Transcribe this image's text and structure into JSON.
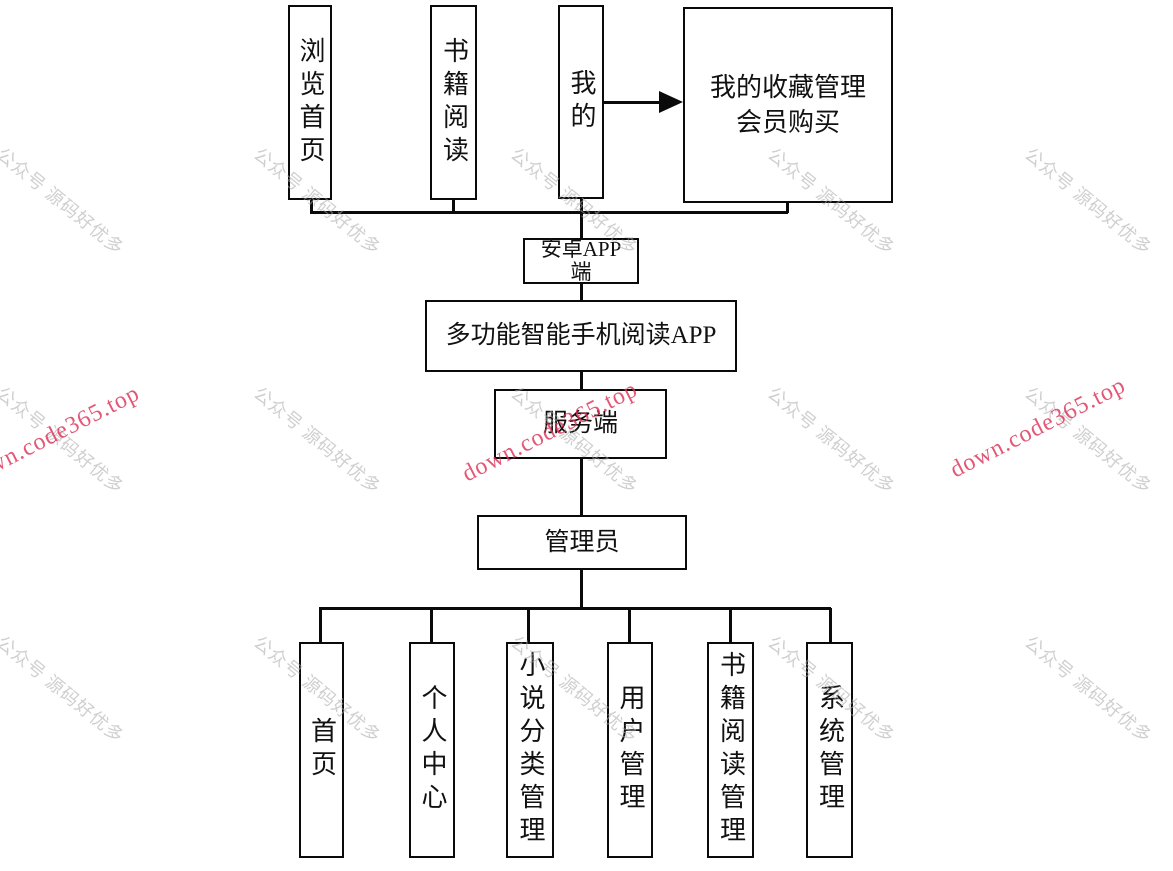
{
  "diagram": {
    "top_row": [
      {
        "label": "浏览首页"
      },
      {
        "label": "书籍阅读"
      },
      {
        "label": "我的"
      },
      {
        "line1": "我的收藏管理",
        "line2": "会员购买"
      }
    ],
    "trunk": [
      {
        "line1": "安卓APP",
        "line2": "端"
      },
      {
        "label": "多功能智能手机阅读APP"
      },
      {
        "label": "服务端"
      },
      {
        "label": "管理员"
      }
    ],
    "bottom_row": [
      {
        "label": "首页"
      },
      {
        "label": "个人中心"
      },
      {
        "label": "小说分类管理"
      },
      {
        "label": "用户管理"
      },
      {
        "label": "书籍阅读管理"
      },
      {
        "label": "系统管理"
      }
    ]
  },
  "watermarks": {
    "gray_text": "公众号 源码好优多",
    "red_text": "down.code365.top",
    "gray_color": "#a9a9a9",
    "red_color": "#dd2f55"
  },
  "colors": {
    "line": "#0a0a0a",
    "background": "#ffffff"
  }
}
